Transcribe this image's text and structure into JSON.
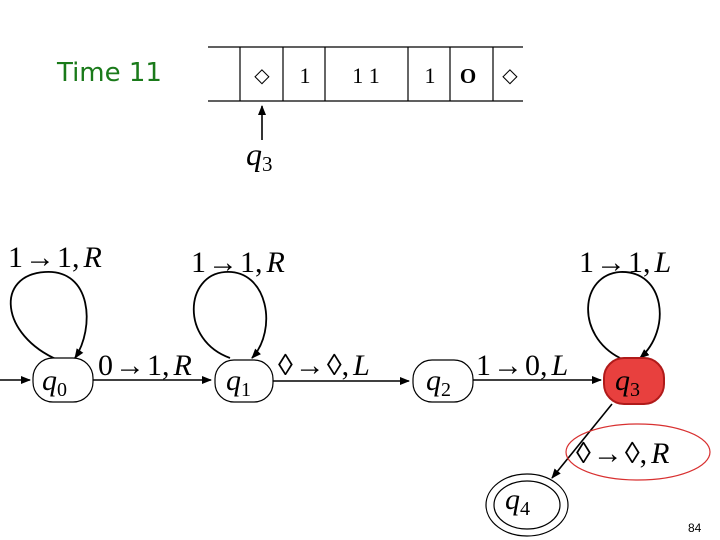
{
  "title": "Time 11",
  "page_number": "84",
  "tape": {
    "cells": [
      "◇",
      "1",
      "1 1",
      "1",
      "O",
      "◇"
    ],
    "head": {
      "state": "q",
      "sub": "3"
    }
  },
  "states": [
    {
      "id": "q0",
      "name": "q",
      "sub": "0"
    },
    {
      "id": "q1",
      "name": "q",
      "sub": "1"
    },
    {
      "id": "q2",
      "name": "q",
      "sub": "2"
    },
    {
      "id": "q3",
      "name": "q",
      "sub": "3"
    },
    {
      "id": "q4",
      "name": "q",
      "sub": "4"
    }
  ],
  "transitions": [
    {
      "from": "q0",
      "to": "q0",
      "read": "1",
      "arrow": "→",
      "write": "1,",
      "move": "R"
    },
    {
      "from": "q1",
      "to": "q1",
      "read": "1",
      "arrow": "→",
      "write": "1,",
      "move": "R"
    },
    {
      "from": "q3",
      "to": "q3",
      "read": "1",
      "arrow": "→",
      "write": "1,",
      "move": "L"
    },
    {
      "from": "q0",
      "to": "q1",
      "read": "0",
      "arrow": "→",
      "write": "1,",
      "move": "R"
    },
    {
      "from": "q1",
      "to": "q2",
      "read": "◊",
      "arrow": "→",
      "write": "◊,",
      "move": "L"
    },
    {
      "from": "q2",
      "to": "q3",
      "read": "1",
      "arrow": "→",
      "write": "0,",
      "move": "L"
    },
    {
      "from": "q3",
      "to": "q4",
      "read": "◊",
      "arrow": "→",
      "write": "◊,",
      "move": "R"
    }
  ],
  "colors": {
    "title": "#1a7a1a",
    "current_state_fill": "#e8403e",
    "highlight_ellipse": "#d83030"
  }
}
